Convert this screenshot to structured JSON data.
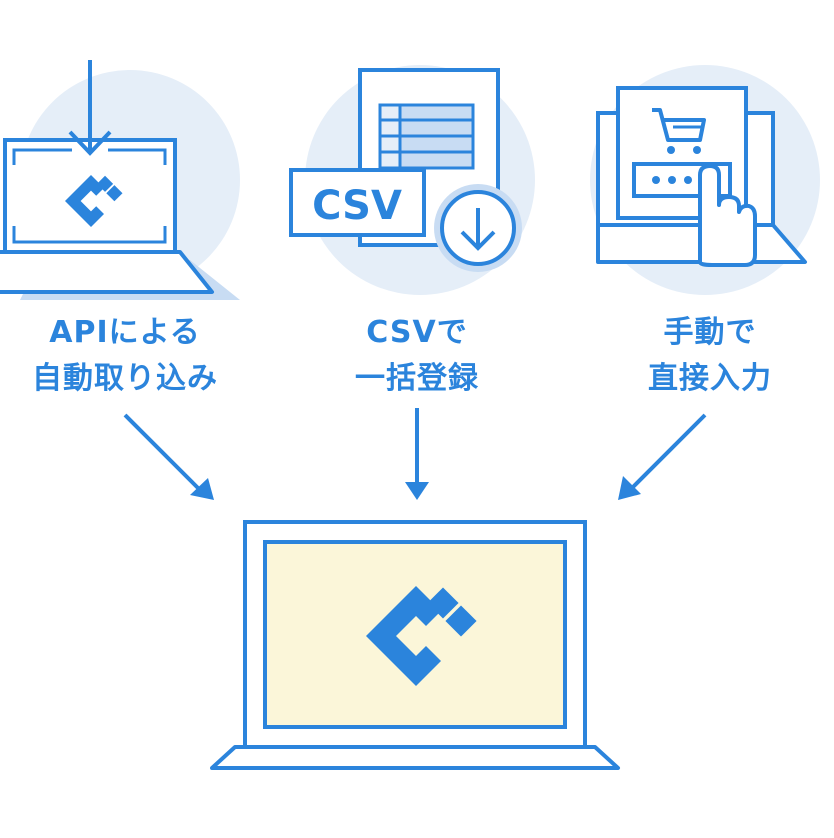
{
  "sources": [
    {
      "id": "api",
      "line1": "APIによる",
      "line2": "自動取り込み",
      "icon": "laptop-api-icon"
    },
    {
      "id": "csv",
      "line1": "CSVで",
      "line2": "一括登録",
      "icon": "csv-document-download-icon",
      "badge": "CSV"
    },
    {
      "id": "manual",
      "line1": "手動で",
      "line2": "直接入力",
      "icon": "laptop-cart-touch-icon"
    }
  ],
  "target": {
    "icon": "laptop-logo-icon"
  },
  "colors": {
    "primary": "#2b84dc",
    "circle_bg": "#e5eef8",
    "screen_fill": "#fbf6d9",
    "shadow": "#c8dcf3"
  }
}
